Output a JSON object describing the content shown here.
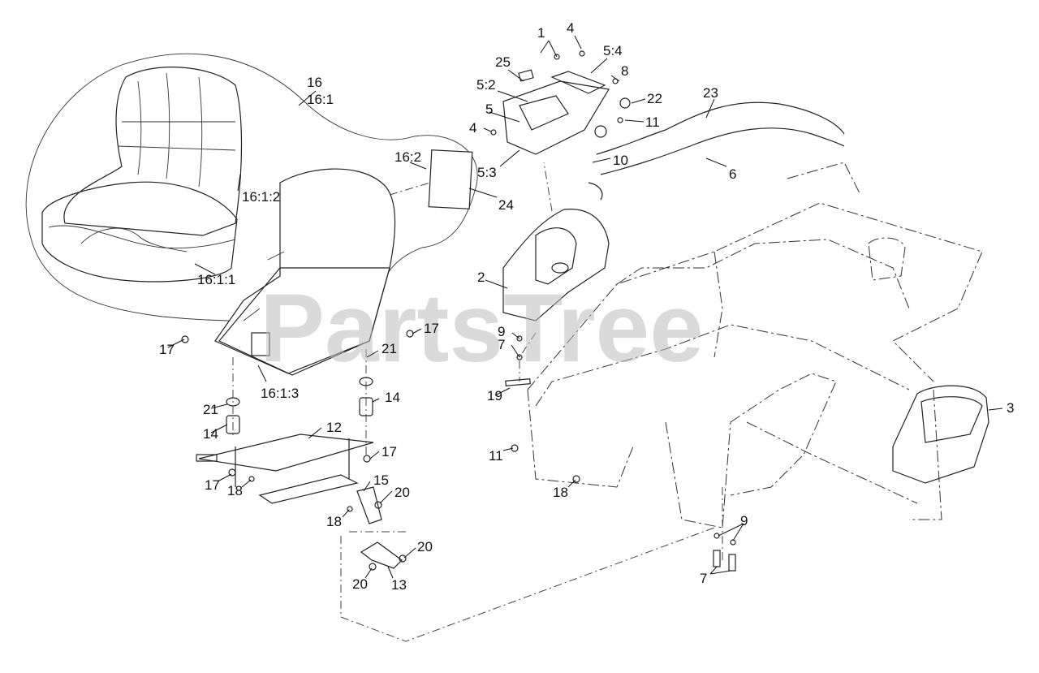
{
  "watermark": "PartsTree",
  "callouts": [
    {
      "id": "c1",
      "text": "1"
    },
    {
      "id": "c4a",
      "text": "4"
    },
    {
      "id": "c25",
      "text": "25"
    },
    {
      "id": "c54",
      "text": "5:4"
    },
    {
      "id": "c8",
      "text": "8"
    },
    {
      "id": "c52",
      "text": "5:2"
    },
    {
      "id": "c22",
      "text": "22"
    },
    {
      "id": "c23",
      "text": "23"
    },
    {
      "id": "c5",
      "text": "5"
    },
    {
      "id": "c11a",
      "text": "11"
    },
    {
      "id": "c4b",
      "text": "4"
    },
    {
      "id": "c10",
      "text": "10"
    },
    {
      "id": "c53",
      "text": "5:3"
    },
    {
      "id": "c6",
      "text": "6"
    },
    {
      "id": "c16",
      "text": "16"
    },
    {
      "id": "c161",
      "text": "16:1"
    },
    {
      "id": "c162",
      "text": "16:2"
    },
    {
      "id": "c24",
      "text": "24"
    },
    {
      "id": "c1612",
      "text": "16:1:2"
    },
    {
      "id": "c1611",
      "text": "16:1:1"
    },
    {
      "id": "c2",
      "text": "2"
    },
    {
      "id": "c17a",
      "text": "17"
    },
    {
      "id": "c17b",
      "text": "17"
    },
    {
      "id": "c9a",
      "text": "9"
    },
    {
      "id": "c7a",
      "text": "7"
    },
    {
      "id": "c21a",
      "text": "21"
    },
    {
      "id": "c1613",
      "text": "16:1:3"
    },
    {
      "id": "c19",
      "text": "19"
    },
    {
      "id": "c21b",
      "text": "21"
    },
    {
      "id": "c14a",
      "text": "14"
    },
    {
      "id": "c14b",
      "text": "14"
    },
    {
      "id": "c3",
      "text": "3"
    },
    {
      "id": "c12",
      "text": "12"
    },
    {
      "id": "c11b",
      "text": "11"
    },
    {
      "id": "c17c",
      "text": "17"
    },
    {
      "id": "c17d",
      "text": "17"
    },
    {
      "id": "c18a",
      "text": "18"
    },
    {
      "id": "c15",
      "text": "15"
    },
    {
      "id": "c20a",
      "text": "20"
    },
    {
      "id": "c18b",
      "text": "18"
    },
    {
      "id": "c18c",
      "text": "18"
    },
    {
      "id": "c9b",
      "text": "9"
    },
    {
      "id": "c20b",
      "text": "20"
    },
    {
      "id": "c20c",
      "text": "20"
    },
    {
      "id": "c13",
      "text": "13"
    },
    {
      "id": "c7b",
      "text": "7"
    }
  ]
}
